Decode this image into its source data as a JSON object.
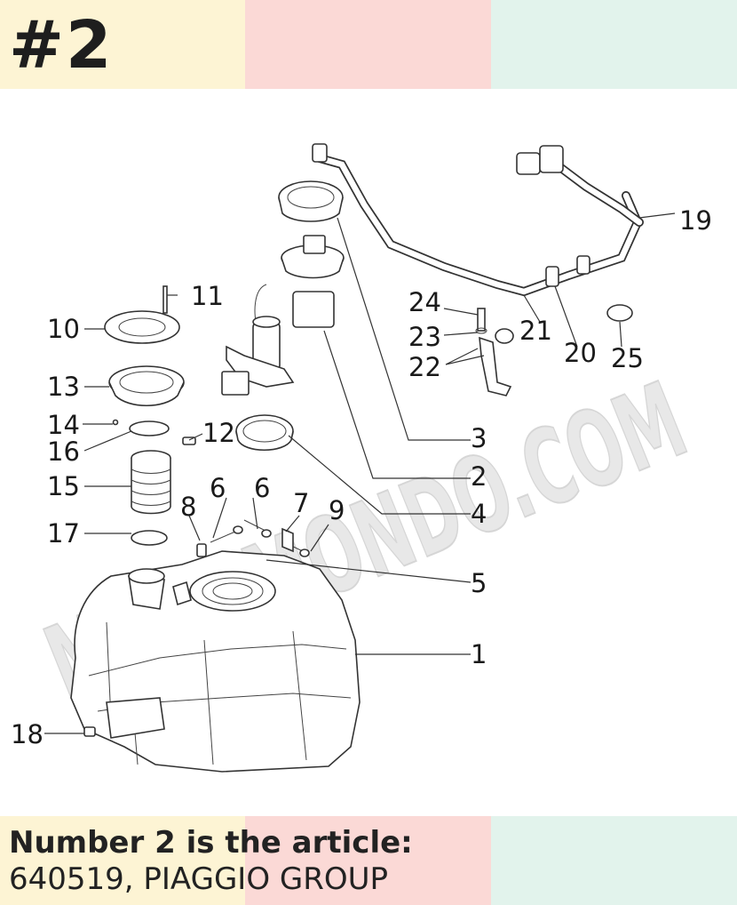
{
  "header": {
    "badge": "#2"
  },
  "caption": {
    "title": "Number 2 is the article:",
    "part": "640519, PIAGGIO GROUP"
  },
  "watermark": {
    "text": "MOTOMONDO.COM"
  },
  "callouts": [
    "1",
    "2",
    "3",
    "4",
    "5",
    "6",
    "6",
    "7",
    "8",
    "9",
    "10",
    "11",
    "12",
    "13",
    "14",
    "15",
    "16",
    "17",
    "18",
    "19",
    "20",
    "21",
    "22",
    "23",
    "24",
    "25"
  ],
  "colors": {
    "band_yellow": "#fdf4d4",
    "band_pink": "#fbd9d6",
    "band_green": "#e2f3ec"
  }
}
